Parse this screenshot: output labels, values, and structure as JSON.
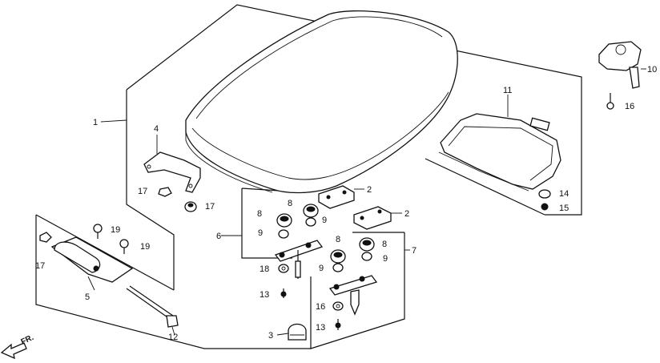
{
  "diagram": {
    "labels": {
      "l1": "1",
      "l2a": "2",
      "l2b": "2",
      "l3": "3",
      "l4": "4",
      "l5": "5",
      "l6": "6",
      "l7": "7",
      "l8a": "8",
      "l8b": "8",
      "l8c": "8",
      "l8d": "8",
      "l9a": "9",
      "l9b": "9",
      "l9c": "9",
      "l9d": "9",
      "l10": "10",
      "l11": "11",
      "l12": "12",
      "l13a": "13",
      "l13b": "13",
      "l14": "14",
      "l15": "15",
      "l16a": "16",
      "l16b": "16",
      "l17a": "17",
      "l17b": "17",
      "l17c": "17",
      "l18": "18",
      "l19a": "19",
      "l19b": "19"
    },
    "front_arrow_label": "FR."
  }
}
